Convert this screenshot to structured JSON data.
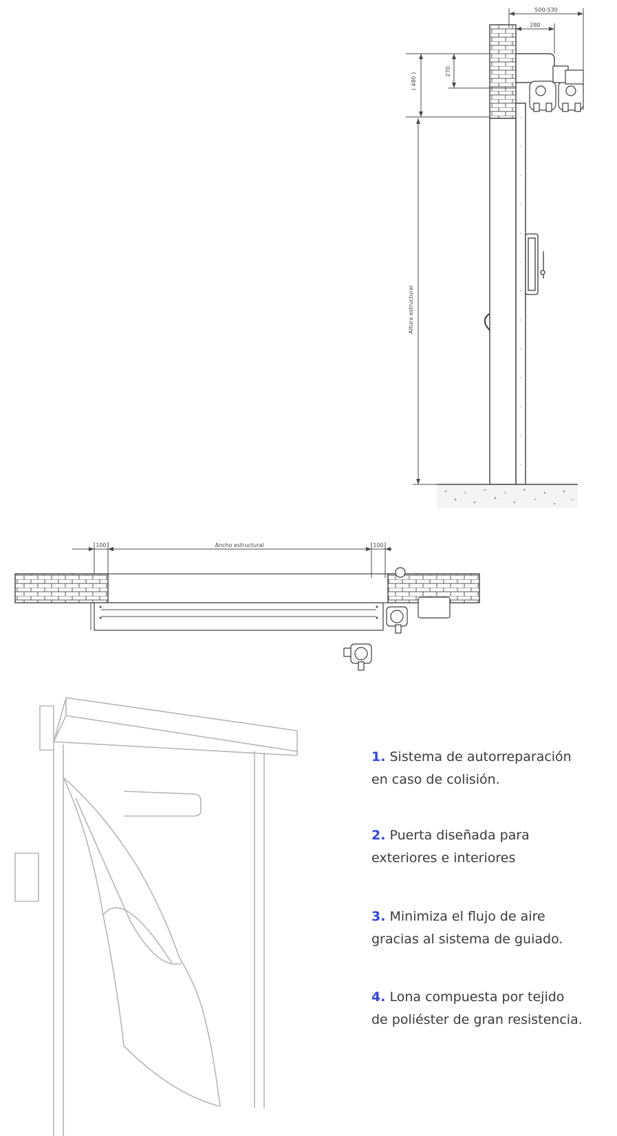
{
  "side_view": {
    "dim_top_outer": "500-530",
    "dim_top_inner": "280",
    "dim_left_outer": "( 480 )",
    "dim_left_inner": "270",
    "height_label": "Altura estructural"
  },
  "plan_view": {
    "dim_left": "100",
    "width_label": "Ancho estructural",
    "dim_right": "100"
  },
  "colors": {
    "accent": "#2f46e0",
    "line": "#4a4a4a",
    "sketch": "#b5b5b5"
  },
  "features": [
    {
      "number": "1.",
      "line1": "Sistema de autorreparación",
      "line2": "en caso de colisión."
    },
    {
      "number": "2.",
      "line1": "Puerta diseñada para",
      "line2": "exteriores e interiores"
    },
    {
      "number": "3.",
      "line1": "Minimiza el flujo de aire",
      "line2": "gracias al sistema de guiado."
    },
    {
      "number": "4.",
      "line1": "Lona compuesta por tejido",
      "line2": "de poliéster de gran resistencia."
    }
  ]
}
